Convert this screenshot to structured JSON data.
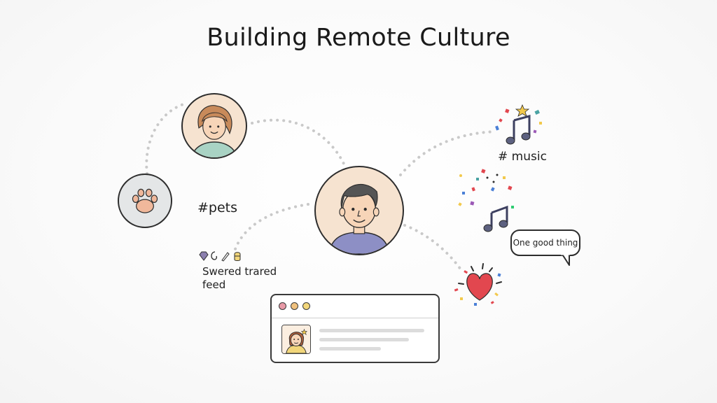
{
  "title": "Building Remote Culture",
  "labels": {
    "pets": "#pets",
    "music": "# music",
    "feed_line1": "Swered trared",
    "feed_line2": "feed",
    "bubble": "One good thing"
  },
  "icons": {
    "pets": "paw-icon",
    "music": "music-note-icon",
    "heart": "heart-icon",
    "star": "star-icon",
    "reactions": "reaction-icons",
    "browser": "browser-window"
  },
  "colors": {
    "avatar_bg": "#f6e3d0",
    "paw_bg": "#e4e6e7",
    "hair_woman": "#c88a5a",
    "hair_man": "#555555",
    "shirt_woman": "#a9d3c4",
    "shirt_man": "#8d8fc5",
    "heart": "#e2474f",
    "dot_red": "#e89aa7",
    "dot_orange": "#f0c17e",
    "dot_yellow": "#f2d67a"
  }
}
